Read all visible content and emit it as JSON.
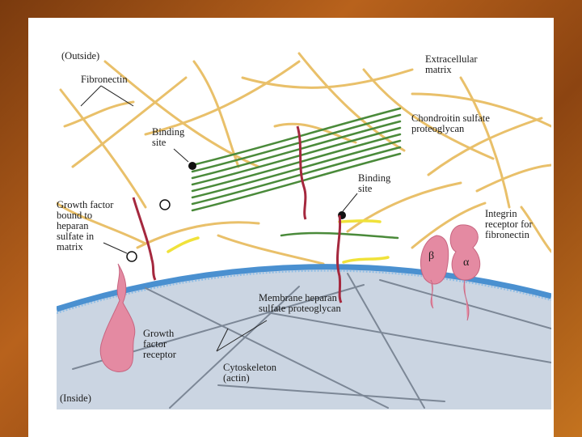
{
  "labels": {
    "outside": "(Outside)",
    "fibronectin": "Fibronectin",
    "extracellular_matrix": "Extracellular\nmatrix",
    "chondroitin": "Chondroitin sulfate\nproteoglycan",
    "binding_site_1": "Binding\nsite",
    "binding_site_2": "Binding\nsite",
    "growth_factor_bound": "Growth factor\nbound to\nheparan\nsulfate in\nmatrix",
    "integrin": "Integrin\nreceptor for\nfibronectin",
    "beta": "β",
    "alpha": "α",
    "membrane_heparan": "Membrane heparan\nsulfate proteoglycan",
    "growth_factor_receptor": "Growth\nfactor\nreceptor",
    "cytoskeleton": "Cytoskeleton\n(actin)",
    "inside": "(Inside)"
  },
  "colors": {
    "background": "#b8621c",
    "slide": "#ffffff",
    "fibronectin": "#e9c06a",
    "chondroitin": "#4a8a3a",
    "heparan": "#a5283e",
    "growth_factor": "#f0e23a",
    "cell": "#cbd5e2",
    "membrane": "#4a90d0",
    "actin": "#7c8796",
    "protein": "#e48aa2"
  }
}
